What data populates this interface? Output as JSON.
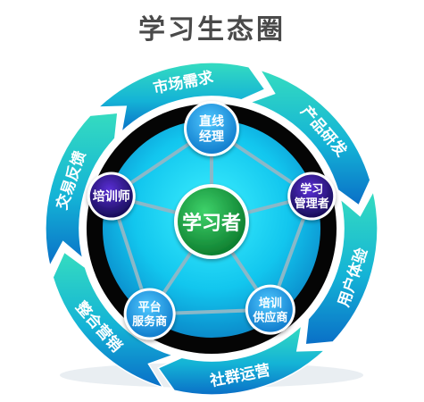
{
  "title": "学习生态圈",
  "center": {
    "label": "学习者"
  },
  "nodes": [
    {
      "key": "manager",
      "lines": [
        "直线",
        "经理"
      ]
    },
    {
      "key": "learn_admin",
      "lines": [
        "学习",
        "管理者"
      ]
    },
    {
      "key": "vendor",
      "lines": [
        "培训",
        "供应商"
      ]
    },
    {
      "key": "platform",
      "lines": [
        "平台",
        "服务商"
      ]
    },
    {
      "key": "trainer",
      "lines": [
        "培训师"
      ]
    }
  ],
  "ring_segments": [
    {
      "key": "market",
      "label": "市场需求"
    },
    {
      "key": "rd",
      "label": "产品研发"
    },
    {
      "key": "ux",
      "label": "用户体验"
    },
    {
      "key": "community",
      "label": "社群运营"
    },
    {
      "key": "marketing",
      "label": "整合营销"
    },
    {
      "key": "feedback",
      "label": "交易反馈"
    }
  ],
  "colors": {
    "ring_light": "#2fd6bf",
    "ring_dark": "#0a74c8",
    "black_band": "#050505",
    "inner_light": "#21e6ff",
    "inner_dark": "#0b86c9",
    "center_green": "#1c9a3d",
    "node_purple": "#3a18a0",
    "node_blue": "#1e9be6",
    "title": "#4a4a4a"
  }
}
